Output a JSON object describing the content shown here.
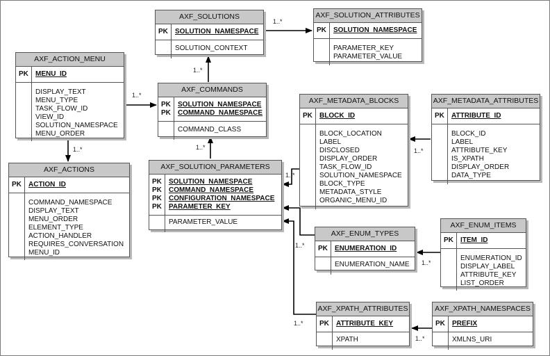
{
  "colors": {
    "header": "#c8c8c8",
    "border": "#555555",
    "line": "#000000"
  },
  "pk_label": "PK",
  "entities": {
    "axf_solutions": {
      "name": "AXF_SOLUTIONS",
      "keys": [
        "SOLUTION_NAMESPACE"
      ],
      "attributes": [
        "SOLUTION_CONTEXT"
      ]
    },
    "axf_solution_attributes": {
      "name": "AXF_SOLUTION_ATTRIBUTES",
      "keys": [
        "SOLUTION_NAMESPACE"
      ],
      "attributes": [
        "PARAMETER_KEY",
        "PARAMETER_VALUE"
      ]
    },
    "axf_action_menu": {
      "name": "AXF_ACTION_MENU",
      "keys": [
        "MENU_ID"
      ],
      "attributes": [
        "DISPLAY_TEXT",
        "MENU_TYPE",
        "TASK_FLOW_ID",
        "VIEW_ID",
        "SOLUTION_NAMESPACE",
        "MENU_ORDER"
      ]
    },
    "axf_commands": {
      "name": "AXF_COMMANDS",
      "keys": [
        "SOLUTION_NAMESPACE",
        "COMMAND_NAMESPACE"
      ],
      "attributes": [
        "COMMAND_CLASS"
      ]
    },
    "axf_metadata_blocks": {
      "name": "AXF_METADATA_BLOCKS",
      "keys": [
        "BLOCK_ID"
      ],
      "attributes": [
        "BLOCK_LOCATION",
        "LABEL",
        "DISCLOSED",
        "DISPLAY_ORDER",
        "TASK_FLOW_ID",
        "SOLUTION_NAMESPACE",
        "BLOCK_TYPE",
        "METADATA_STYLE",
        "ORGANIC_MENU_ID"
      ]
    },
    "axf_metadata_attributes": {
      "name": "AXF_METADATA_ATTRIBUTES",
      "keys": [
        "ATTRIBUTE_ID"
      ],
      "attributes": [
        "BLOCK_ID",
        "LABEL",
        "ATTRIBUTE_KEY",
        "IS_XPATH",
        "DISPLAY_ORDER",
        "DATA_TYPE"
      ]
    },
    "axf_actions": {
      "name": "AXF_ACTIONS",
      "keys": [
        "ACTION_ID"
      ],
      "attributes": [
        "COMMAND_NAMESPACE",
        "DISPLAY_TEXT",
        "MENU_ORDER",
        "ELEMENT_TYPE",
        "ACTION_HANDLER",
        "REQUIRES_CONVERSATION",
        "MENU_ID"
      ]
    },
    "axf_solution_parameters": {
      "name": "AXF_SOLUTION_PARAMETERS",
      "keys": [
        "SOLUTION_NAMESPACE",
        "COMMAND_NAMESPACE",
        "CONFIGURATION_NAMESPACE",
        "PARAMETER_KEY"
      ],
      "attributes": [
        "PARAMETER_VALUE"
      ]
    },
    "axf_enum_types": {
      "name": "AXF_ENUM_TYPES",
      "keys": [
        "ENUMERATION_ID"
      ],
      "attributes": [
        "ENUMERATION_NAME"
      ]
    },
    "axf_enum_items": {
      "name": "AXF_ENUM_ITEMS",
      "keys": [
        "ITEM_ID"
      ],
      "attributes": [
        "ENUMERATION_ID",
        "DISPLAY_LABEL",
        "ATTRIBUTE_KEY",
        "LIST_ORDER"
      ]
    },
    "axf_xpath_attributes": {
      "name": "AXF_XPATH_ATTRIBUTES",
      "keys": [
        "ATTRIBUTE_KEY"
      ],
      "attributes": [
        "XPATH"
      ]
    },
    "axf_xpath_namespaces": {
      "name": "AXF_XPATH_NAMESPACES",
      "keys": [
        "PREFIX"
      ],
      "attributes": [
        "XMLNS_URI"
      ]
    }
  },
  "multiplicities": {
    "solutions_to_attributes": "1..*",
    "commands_to_solutions": "1..*",
    "action_menu_to_commands": "1..*",
    "action_menu_to_actions": "1..*",
    "parameters_to_commands": "1..*",
    "blocks_to_parameters": "1..*",
    "metadata_attributes_to_blocks": "1..*",
    "enum_types_to_parameters": "1..*",
    "enum_items_to_enum_types": "1..*",
    "xpath_attributes_to_parameters": "1..*",
    "xpath_namespaces_to_xpath_attributes": "1..*"
  }
}
